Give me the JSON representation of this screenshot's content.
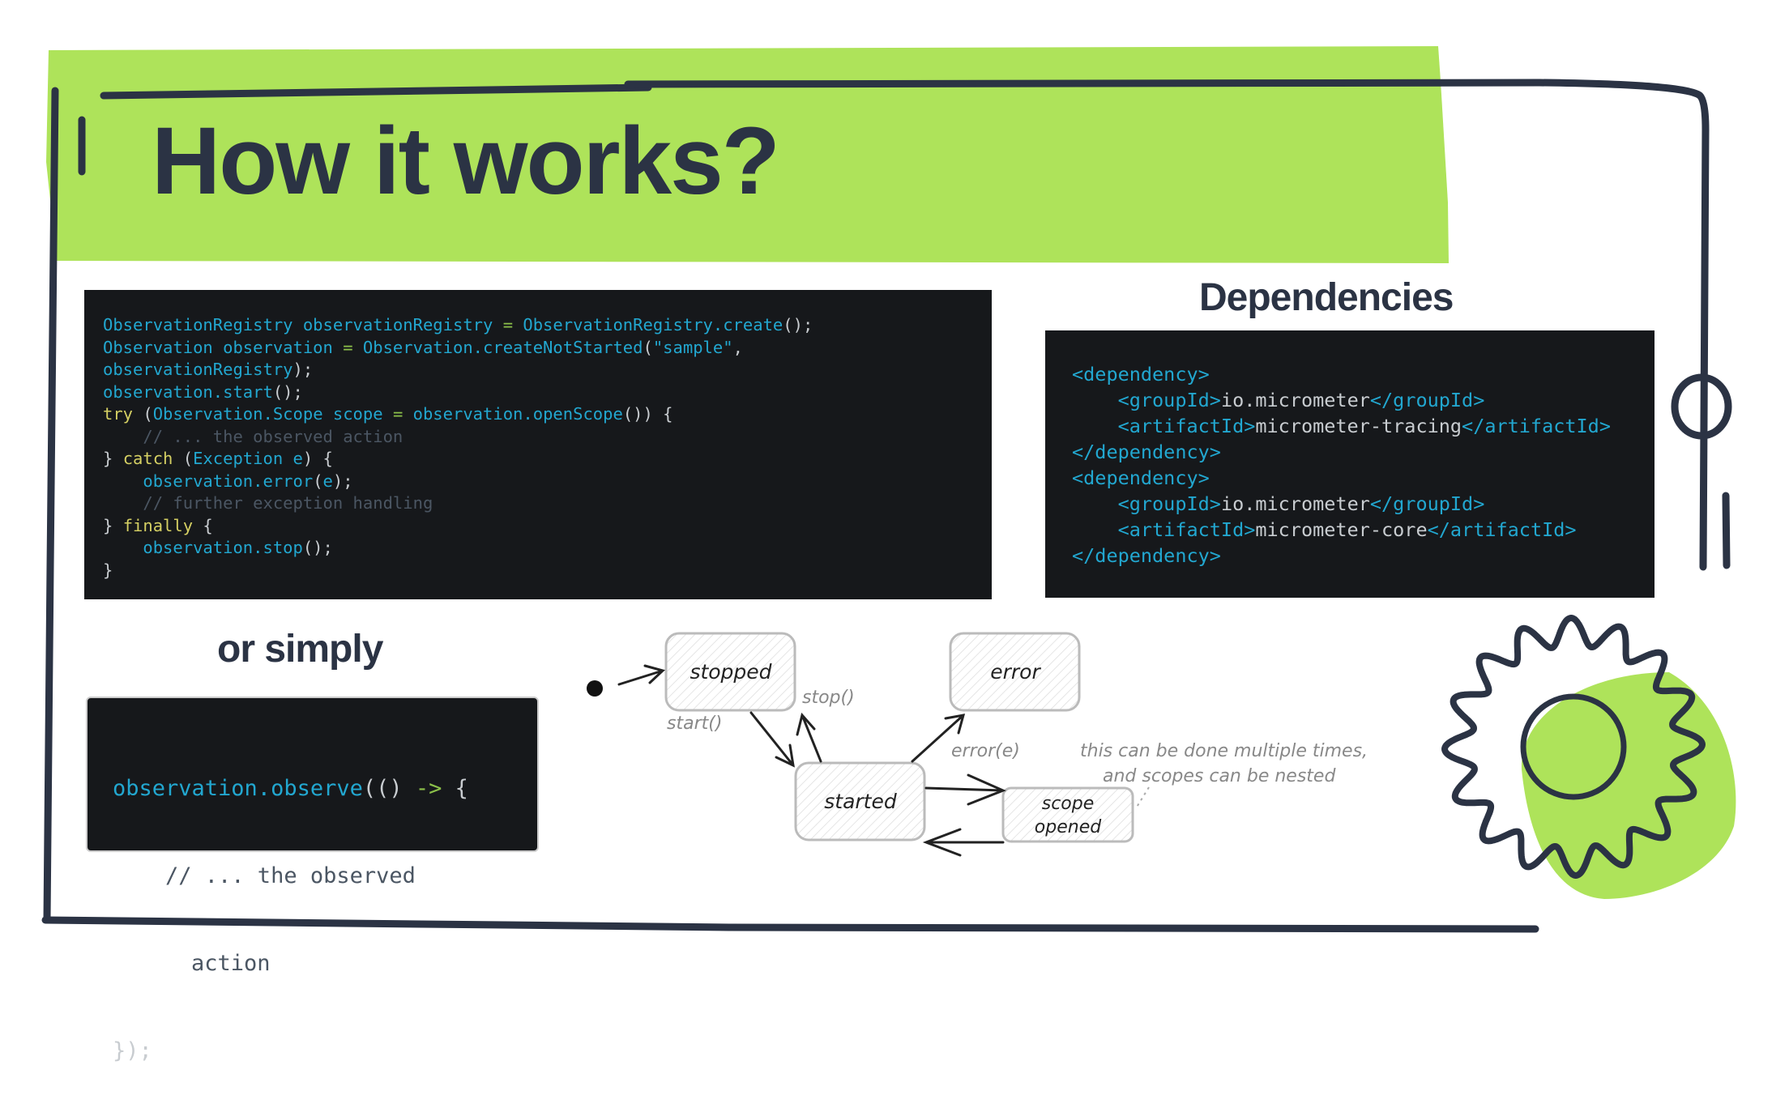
{
  "title": "How it works?",
  "colors": {
    "accent_green": "#aee35a",
    "ink": "#2b3344",
    "code_bg": "#16181b"
  },
  "code_main": {
    "lines": [
      [
        {
          "t": "ObservationRegistry observationRegistry ",
          "c": "c"
        },
        {
          "t": "=",
          "c": "g"
        },
        {
          "t": " ObservationRegistry.create",
          "c": "c"
        },
        {
          "t": "();",
          "c": "w"
        }
      ],
      [
        {
          "t": "Observation observation ",
          "c": "c"
        },
        {
          "t": "=",
          "c": "g"
        },
        {
          "t": " Observation.createNotStarted",
          "c": "c"
        },
        {
          "t": "(",
          "c": "w"
        },
        {
          "t": "\"sample\"",
          "c": "c"
        },
        {
          "t": ",",
          "c": "w"
        }
      ],
      [
        {
          "t": "observationRegistry",
          "c": "c"
        },
        {
          "t": ");",
          "c": "w"
        }
      ],
      [
        {
          "t": "observation.start",
          "c": "c"
        },
        {
          "t": "();",
          "c": "w"
        }
      ],
      [
        {
          "t": "try",
          "c": "k"
        },
        {
          "t": " (",
          "c": "w"
        },
        {
          "t": "Observation.Scope scope ",
          "c": "c"
        },
        {
          "t": "=",
          "c": "g"
        },
        {
          "t": " observation.openScope",
          "c": "c"
        },
        {
          "t": "()) {",
          "c": "w"
        }
      ],
      [
        {
          "t": "    // ... the observed action",
          "c": "m"
        }
      ],
      [
        {
          "t": "} ",
          "c": "w"
        },
        {
          "t": "catch",
          "c": "k"
        },
        {
          "t": " (",
          "c": "w"
        },
        {
          "t": "Exception e",
          "c": "c"
        },
        {
          "t": ") {",
          "c": "w"
        }
      ],
      [
        {
          "t": "    observation.error",
          "c": "c"
        },
        {
          "t": "(",
          "c": "w"
        },
        {
          "t": "e",
          "c": "c"
        },
        {
          "t": ");",
          "c": "w"
        }
      ],
      [
        {
          "t": "    // further exception handling",
          "c": "m"
        }
      ],
      [
        {
          "t": "} ",
          "c": "w"
        },
        {
          "t": "finally",
          "c": "k"
        },
        {
          "t": " {",
          "c": "w"
        }
      ],
      [
        {
          "t": "    observation.stop",
          "c": "c"
        },
        {
          "t": "();",
          "c": "w"
        }
      ],
      [
        {
          "t": "}",
          "c": "w"
        }
      ]
    ]
  },
  "dependencies": {
    "heading": "Dependencies",
    "lines": [
      [
        {
          "t": "<dependency>",
          "c": "c"
        }
      ],
      [
        {
          "t": "    <groupId>",
          "c": "c"
        },
        {
          "t": "io.micrometer",
          "c": "w"
        },
        {
          "t": "</groupId>",
          "c": "c"
        }
      ],
      [
        {
          "t": "    <artifactId>",
          "c": "c"
        },
        {
          "t": "micrometer-tracing",
          "c": "w"
        },
        {
          "t": "</artifactId>",
          "c": "c"
        }
      ],
      [
        {
          "t": "</dependency>",
          "c": "c"
        }
      ],
      [
        {
          "t": "<dependency>",
          "c": "c"
        }
      ],
      [
        {
          "t": "    <groupId>",
          "c": "c"
        },
        {
          "t": "io.micrometer",
          "c": "w"
        },
        {
          "t": "</groupId>",
          "c": "c"
        }
      ],
      [
        {
          "t": "    <artifactId>",
          "c": "c"
        },
        {
          "t": "micrometer-core",
          "c": "w"
        },
        {
          "t": "</artifactId>",
          "c": "c"
        }
      ],
      [
        {
          "t": "</dependency>",
          "c": "c"
        }
      ]
    ]
  },
  "simple": {
    "heading": "or simply",
    "line1_call": "observation.observe",
    "line1_parens": "(() ",
    "line1_arrow": "->",
    "line1_brace": " {",
    "line2_comment": "    // ... the observed",
    "line3_comment_wrap": "action",
    "line3_close": "});"
  },
  "diagram": {
    "states": {
      "stopped": "stopped",
      "error": "error",
      "started": "started",
      "scope_line1": "scope",
      "scope_line2": "opened"
    },
    "transitions": {
      "start": "start()",
      "stop": "stop()",
      "error": "error(e)"
    },
    "note_line1": "this can be done multiple times,",
    "note_line2": "and scopes can be nested"
  }
}
